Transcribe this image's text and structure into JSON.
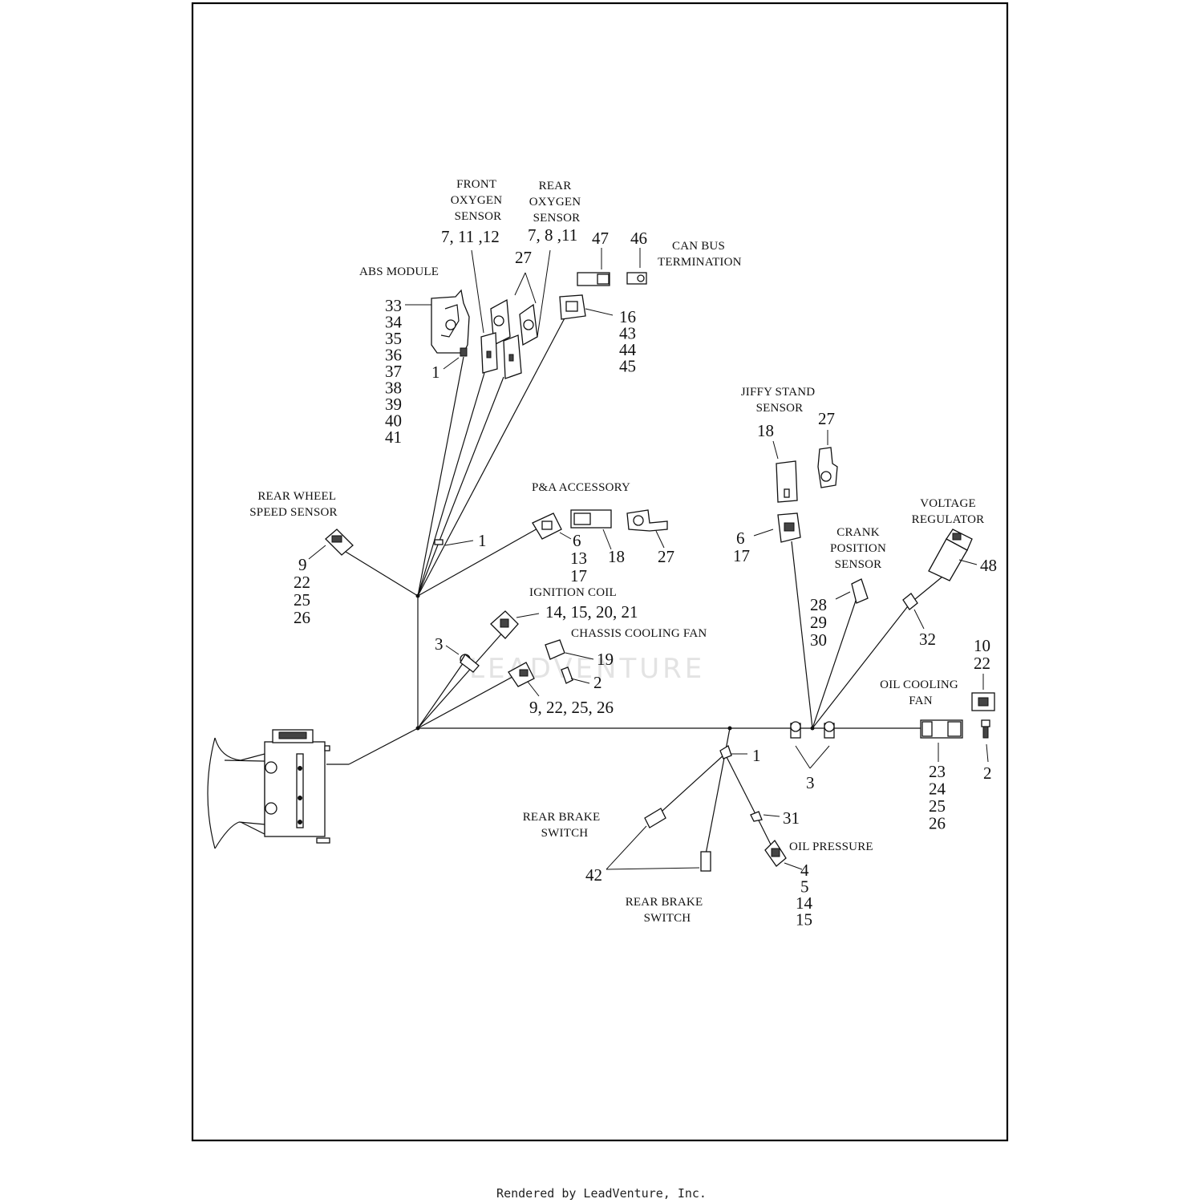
{
  "watermark": "LEADVENTURE",
  "footer": "Rendered by LeadVenture, Inc.",
  "labels": {
    "front_oxygen": [
      "FRONT",
      "OXYGEN",
      "SENSOR"
    ],
    "rear_oxygen": [
      "REAR",
      "OXYGEN",
      "SENSOR"
    ],
    "can_bus": [
      "CAN BUS",
      "TERMINATION"
    ],
    "abs_module": [
      "ABS MODULE"
    ],
    "rear_wheel_speed": [
      "REAR WHEEL",
      "SPEED SENSOR"
    ],
    "pa_accessory": [
      "P&A ACCESSORY"
    ],
    "ignition_coil": [
      "IGNITION COIL"
    ],
    "chassis_cooling_fan": [
      "CHASSIS COOLING FAN"
    ],
    "jiffy_stand": [
      "JIFFY STAND",
      "SENSOR"
    ],
    "crank_position": [
      "CRANK",
      "POSITION",
      "SENSOR"
    ],
    "voltage_regulator": [
      "VOLTAGE",
      "REGULATOR"
    ],
    "oil_cooling_fan": [
      "OIL COOLING",
      "FAN"
    ],
    "rear_brake_switch_1": [
      "REAR BRAKE",
      "SWITCH"
    ],
    "rear_brake_switch_2": [
      "REAR BRAKE",
      "SWITCH"
    ],
    "oil_pressure": [
      "OIL PRESSURE"
    ]
  },
  "callouts": {
    "front_oxygen": [
      "7, 11 ,12"
    ],
    "rear_oxygen": [
      "7, 8 ,11"
    ],
    "can_47": [
      "47"
    ],
    "can_46": [
      "46"
    ],
    "o2_27": [
      "27"
    ],
    "abs_module": [
      "33",
      "34",
      "35",
      "36",
      "37",
      "38",
      "39",
      "40",
      "41"
    ],
    "abs_1": [
      "1"
    ],
    "conn_16": [
      "16",
      "43",
      "44",
      "45"
    ],
    "rear_wheel_speed": [
      "9",
      "22",
      "25",
      "26"
    ],
    "trunk_1": [
      "1"
    ],
    "pa_6": [
      "6",
      "13",
      "17"
    ],
    "pa_18": [
      "18"
    ],
    "pa_27": [
      "27"
    ],
    "ignition_coil": [
      "14, 15, 20, 21"
    ],
    "left_3": [
      "3"
    ],
    "fan_19": [
      "19"
    ],
    "fan_2": [
      "2"
    ],
    "fan_conn": [
      "9, 22, 25, 26"
    ],
    "jiffy_18": [
      "18"
    ],
    "jiffy_27": [
      "27"
    ],
    "jiffy_6": [
      "6",
      "17"
    ],
    "crank": [
      "28",
      "29",
      "30"
    ],
    "vreg_48": [
      "48"
    ],
    "vreg_32": [
      "32"
    ],
    "ocf_10": [
      "10",
      "22"
    ],
    "ocf_2": [
      "2"
    ],
    "ocf_23": [
      "23",
      "24",
      "25",
      "26"
    ],
    "right_3": [
      "3"
    ],
    "lower_1": [
      "1"
    ],
    "lower_31": [
      "31"
    ],
    "oil_pressure": [
      "4",
      "5",
      "14",
      "15"
    ],
    "brake_42": [
      "42"
    ]
  }
}
